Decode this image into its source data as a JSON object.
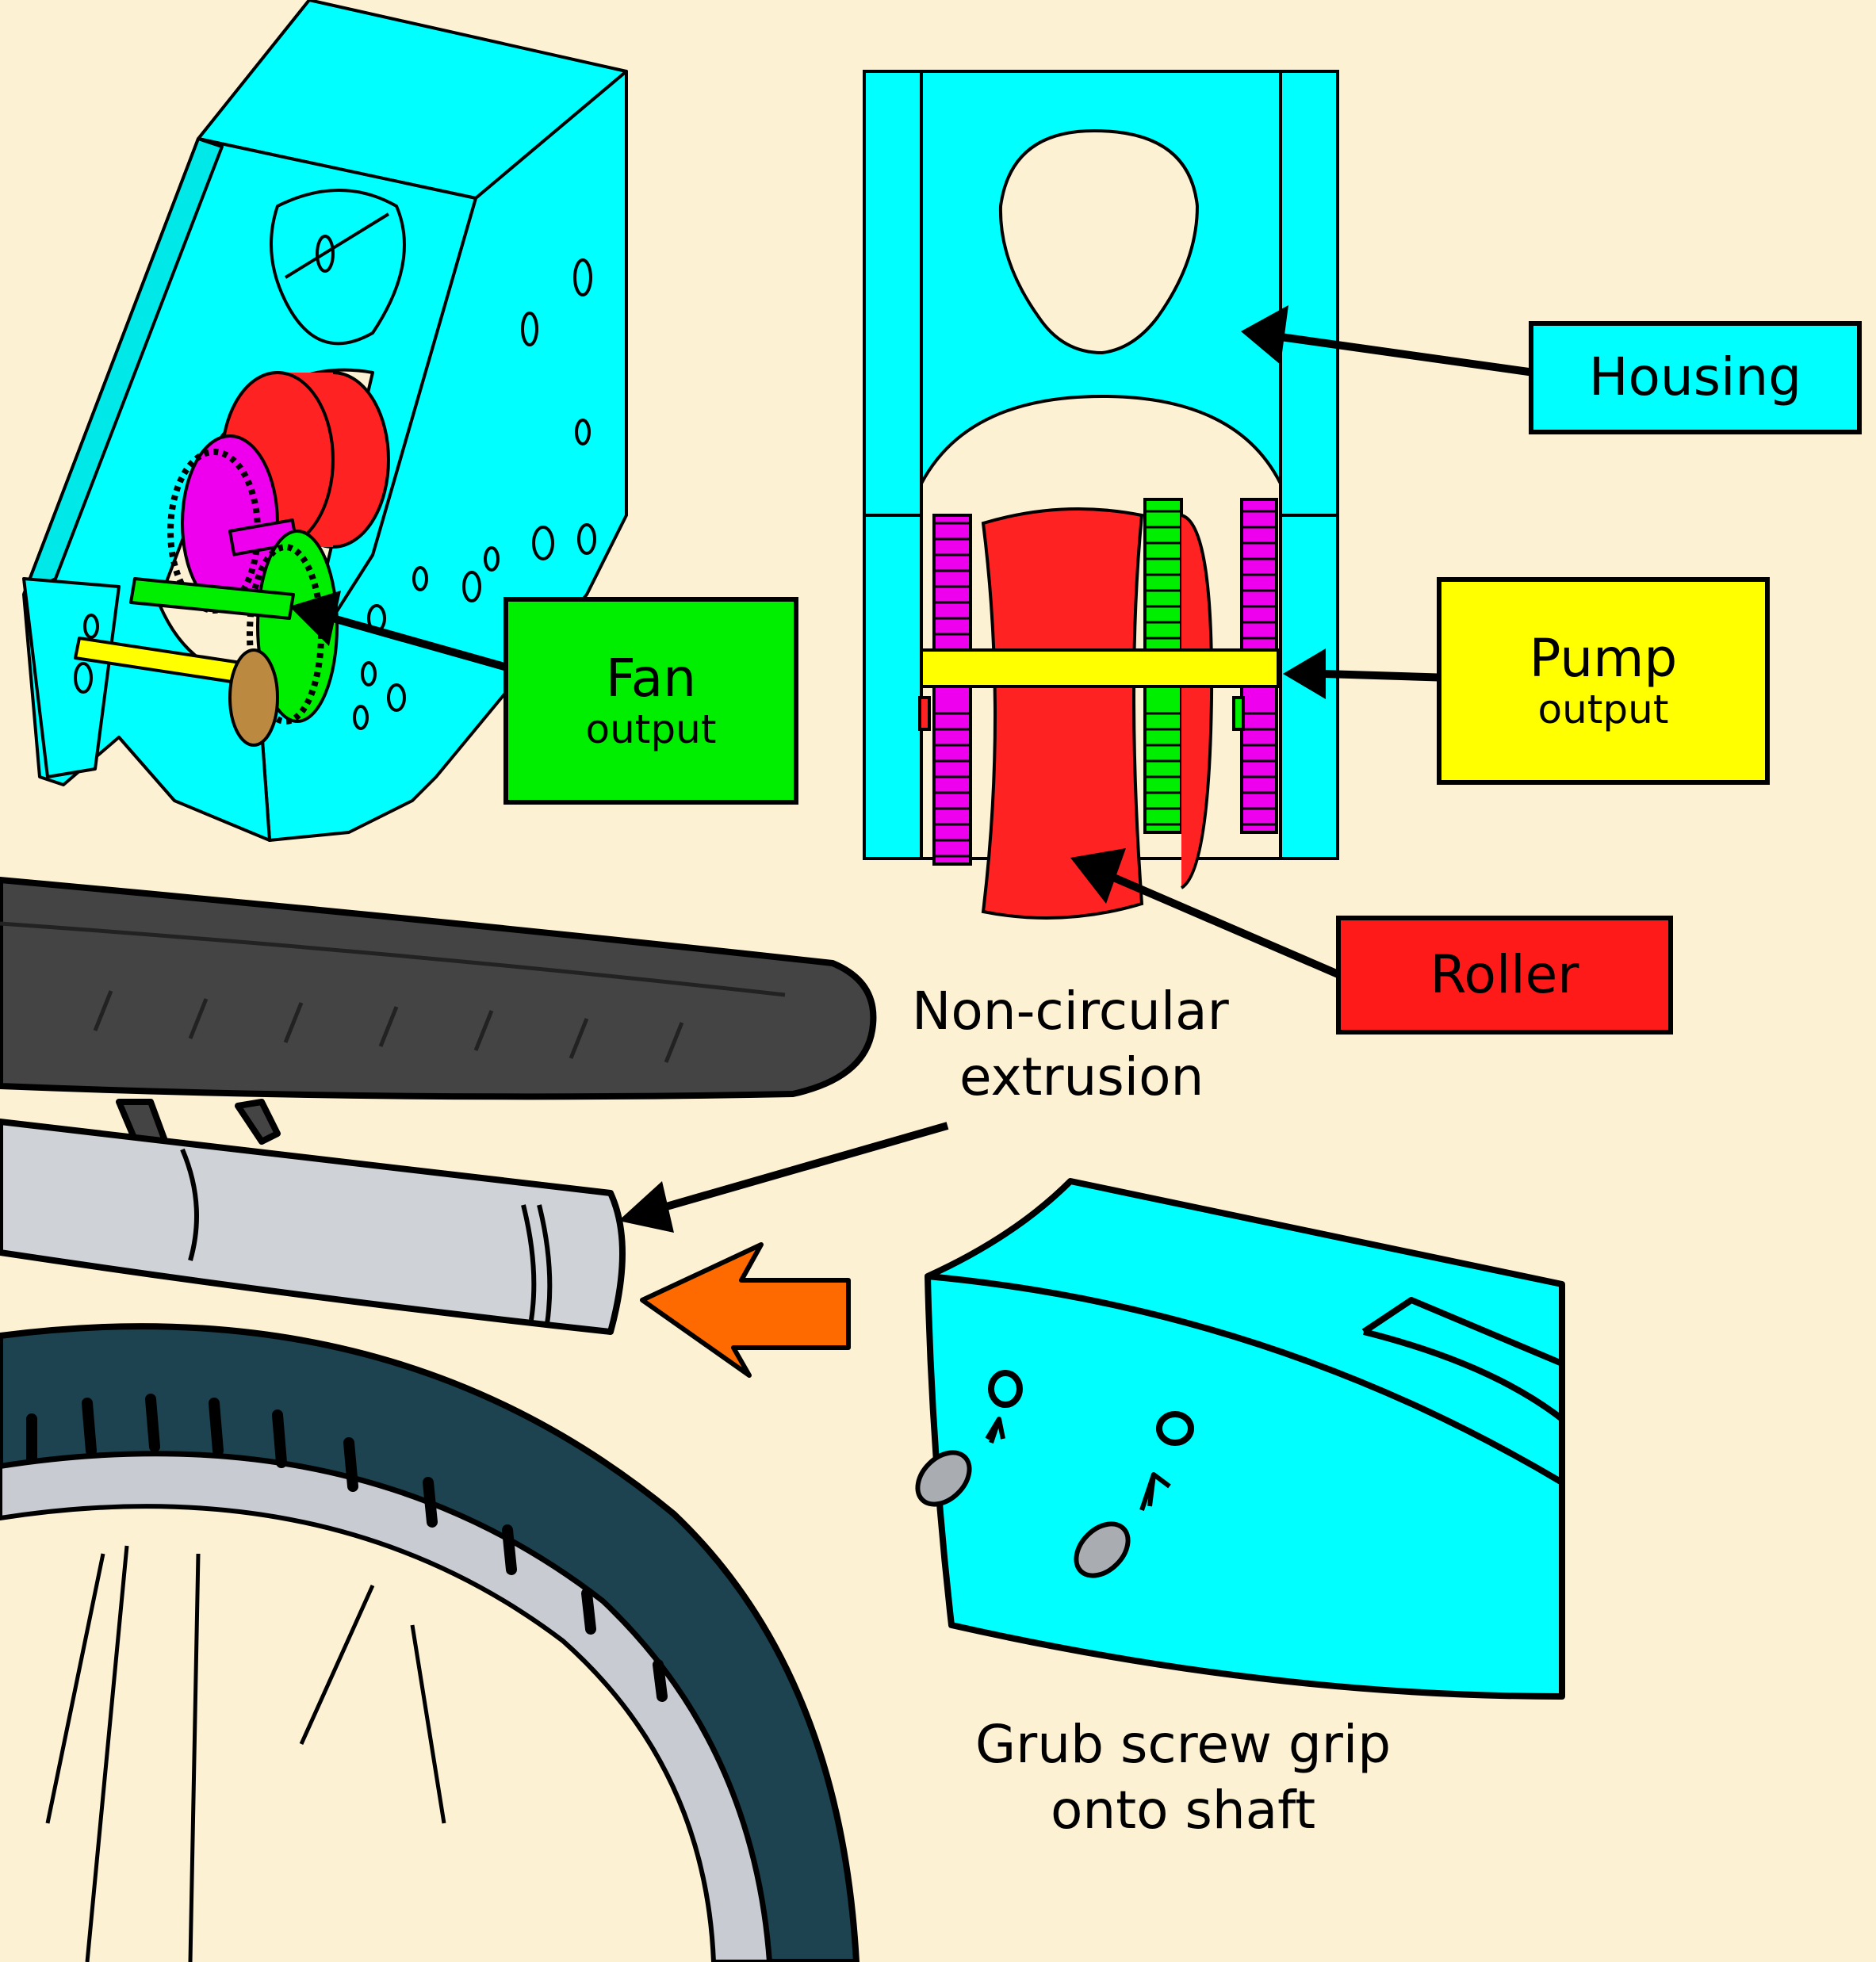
{
  "labels": {
    "housing": "Housing",
    "fan": {
      "line1": "Fan",
      "line2": "output"
    },
    "pump": {
      "line1": "Pump",
      "line2": "output"
    },
    "roller": "Roller",
    "extrusion": {
      "line1": "Non-circular",
      "line2": "extrusion"
    },
    "grub": {
      "line1": "Grub screw grip",
      "line2": "onto shaft"
    }
  },
  "colors": {
    "background": "#fdf1d4",
    "housing": "#00ffff",
    "fan": "#00ee00",
    "pump": "#ffff00",
    "roller": "#ff1a1a",
    "gear_purple": "#ee00ee",
    "arrow_orange": "#ff6a00",
    "tyre": "#1d4250",
    "saddle": "#444444",
    "tube": "#cfd2d6"
  }
}
